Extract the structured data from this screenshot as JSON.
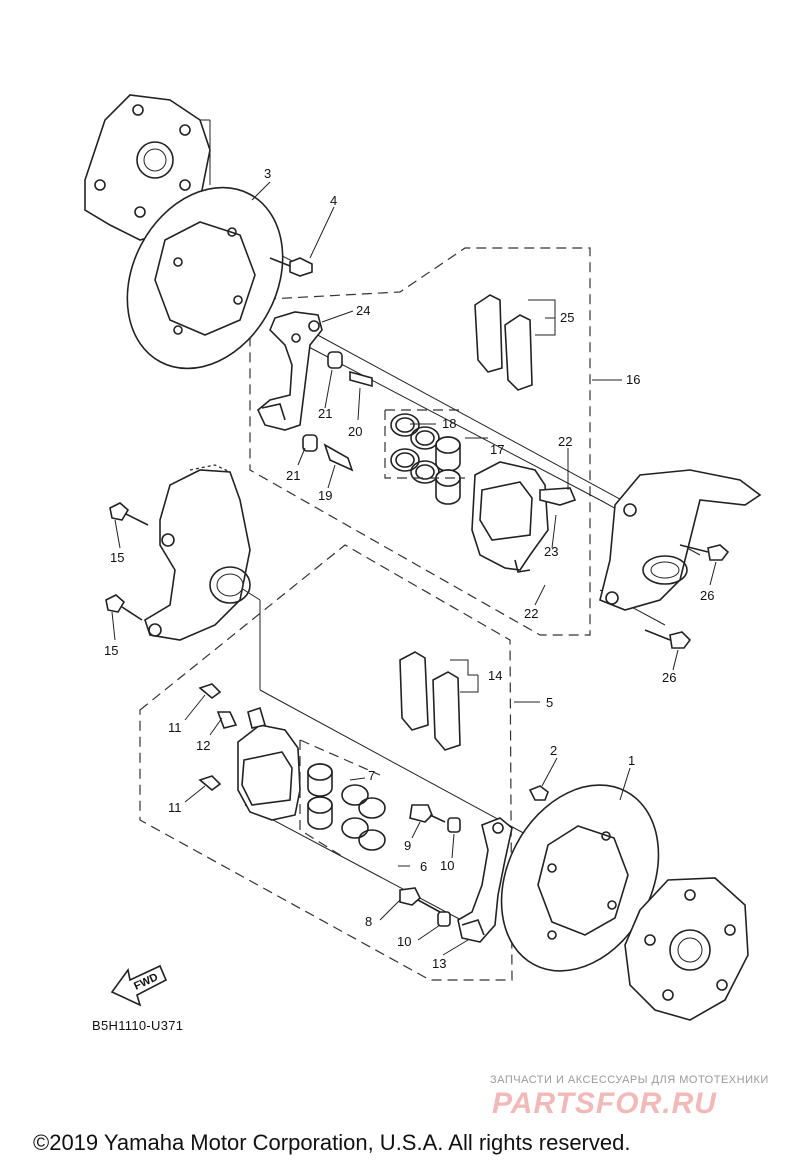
{
  "diagram": {
    "code": "B5H1110-U371",
    "fwd_label": "FWD",
    "callouts": [
      "1",
      "2",
      "3",
      "4",
      "5",
      "6",
      "7",
      "8",
      "9",
      "10",
      "10",
      "11",
      "11",
      "12",
      "13",
      "14",
      "15",
      "15",
      "16",
      "17",
      "18",
      "19",
      "20",
      "21",
      "21",
      "22",
      "22",
      "23",
      "24",
      "25",
      "26",
      "26"
    ]
  },
  "watermark": {
    "tagline": "ЗАПЧАСТИ И АКСЕССУАРЫ ДЛЯ МОТОТЕХНИКИ",
    "logo": "PARTSFOR.RU"
  },
  "footer": {
    "copyright": "©2019 Yamaha Motor Corporation, U.S.A. All rights reserved."
  }
}
